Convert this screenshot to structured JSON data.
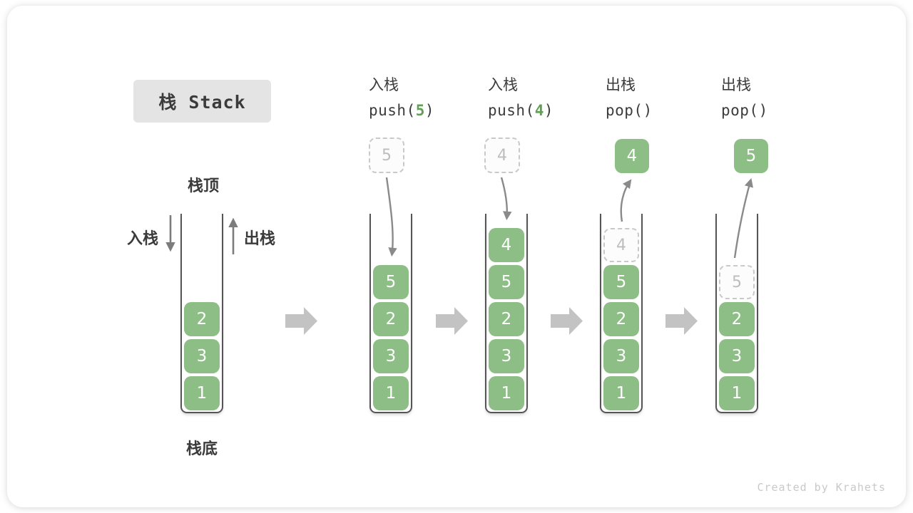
{
  "title": {
    "text": "栈 Stack"
  },
  "side_labels": {
    "stack_top": "栈顶",
    "stack_bottom": "栈底",
    "push": "入栈",
    "pop": "出栈"
  },
  "watermark": "Created by Krahets",
  "colors": {
    "card_bg": "#FFFFFF",
    "block": "#8DBE86",
    "block_text": "#FFFFFF",
    "arg_green": "#5FA052",
    "ghost_border": "#C9C9C9",
    "ghost_bg": "#FCFCFC",
    "ghost_text": "#BDBDBD",
    "curve_arrow": "#8A8A8A",
    "side_arrow": "#7C7C7C",
    "step_arrow": "#C3C3C3",
    "text": "#3B3B3B",
    "title_bg": "#E4E4E4",
    "wall": "#555555",
    "watermark_color": "#C9C9C9"
  },
  "stacks": [
    {
      "op_zh": "",
      "blocks": [
        "2",
        "3",
        "1"
      ]
    },
    {
      "op_zh": "入栈",
      "op_code": {
        "pre": "push(",
        "arg": "5",
        "post": ")"
      },
      "blocks": [
        "5",
        "2",
        "3",
        "1"
      ],
      "ghost": {
        "value": "5",
        "slot": "above"
      }
    },
    {
      "op_zh": "入栈",
      "op_code": {
        "pre": "push(",
        "arg": "4",
        "post": ")"
      },
      "blocks": [
        "4",
        "5",
        "2",
        "3",
        "1"
      ],
      "ghost": {
        "value": "4",
        "slot": "above"
      }
    },
    {
      "op_zh": "出栈",
      "op_code": {
        "pre": "pop(",
        "arg": "",
        "post": ")"
      },
      "blocks": [
        "5",
        "2",
        "3",
        "1"
      ],
      "ghost": {
        "value": "4",
        "slot": 5
      },
      "floating": "4"
    },
    {
      "op_zh": "出栈",
      "op_code": {
        "pre": "pop(",
        "arg": "",
        "post": ")"
      },
      "blocks": [
        "2",
        "3",
        "1"
      ],
      "ghost": {
        "value": "5",
        "slot": 4
      },
      "floating": "5"
    }
  ]
}
